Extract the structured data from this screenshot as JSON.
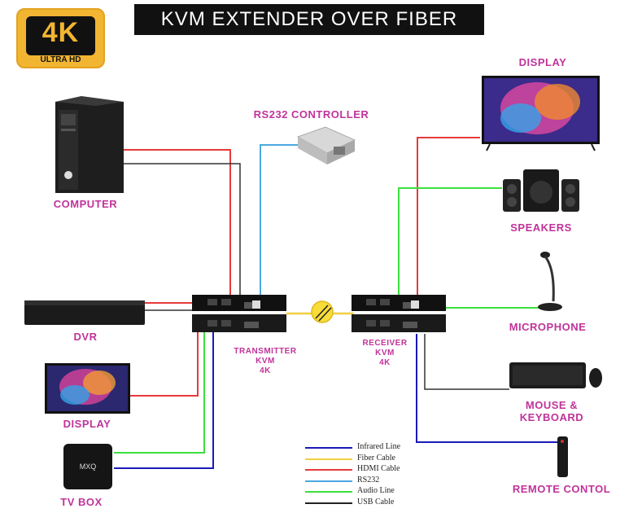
{
  "badge": {
    "big": "4K",
    "small": "ULTRA HD"
  },
  "title": "KVM EXTENDER OVER FIBER",
  "devices": {
    "computer": "COMPUTER",
    "rs232": "RS232 CONTROLLER",
    "display_top": "DISPLAY",
    "speakers": "SPEAKERS",
    "dvr": "DVR",
    "microphone": "MICROPHONE",
    "transmitter": [
      "TRANSMITTER",
      "KVM",
      "4K"
    ],
    "receiver": [
      "RECEIVER",
      "KVM",
      "4K"
    ],
    "display_bottom": "DISPLAY",
    "mouse_keyboard": [
      "MOUSE &",
      "KEYBOARD"
    ],
    "tv_box": "TV BOX",
    "remote": "REMOTE CONTOL"
  },
  "legend": [
    {
      "label": "Infrared Line",
      "color": "#1a1ab8"
    },
    {
      "label": "Fiber Cable",
      "color": "#f0d040"
    },
    {
      "label": "HDMI Cable",
      "color": "#e83a3a"
    },
    {
      "label": "RS232",
      "color": "#4aa8e0"
    },
    {
      "label": "Audio Line",
      "color": "#3ce03c"
    },
    {
      "label": "USB Cable",
      "color": "#222222"
    }
  ],
  "colors": {
    "accent": "#c0339a",
    "badge": "#f2b531"
  }
}
